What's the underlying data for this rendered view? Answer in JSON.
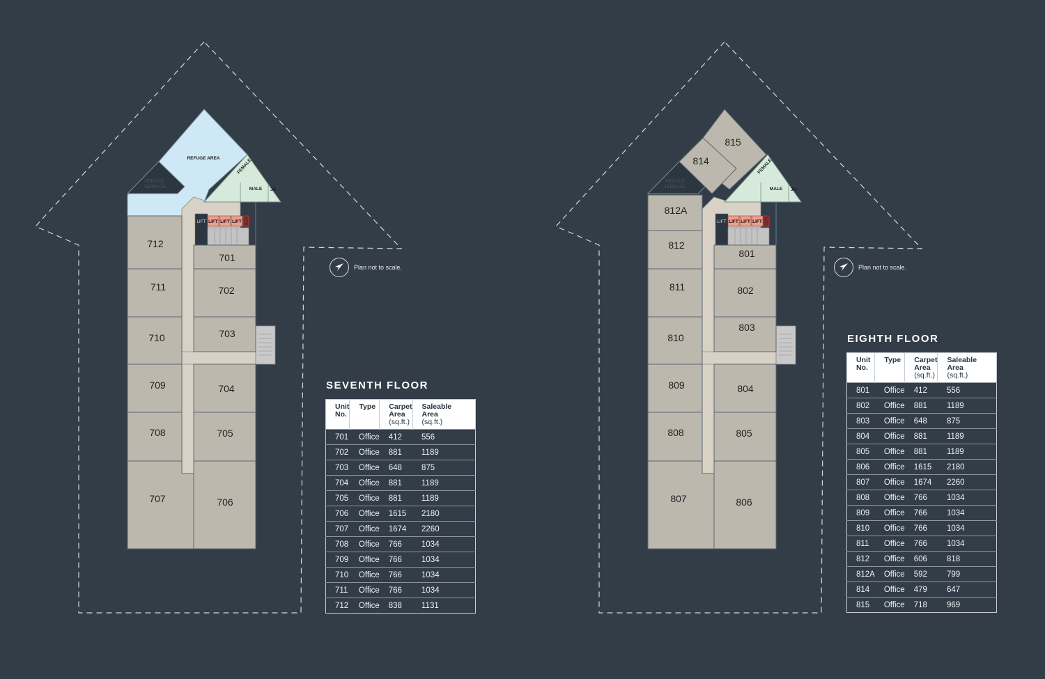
{
  "compass_note": "Plan not to scale.",
  "plan_labels": {
    "refuge_area": "REFUGE AREA",
    "service": "SERVICE",
    "terrace": "TERRACE",
    "female": "FEMALE",
    "male": "MALE",
    "jn": "JN",
    "lift": "LIFT"
  },
  "table_headers": {
    "unit_no_1": "Unit",
    "unit_no_2": "No.",
    "type": "Type",
    "carpet_1": "Carpet",
    "carpet_2": "Area",
    "carpet_3": "(sq.ft.)",
    "saleable_1": "Saleable",
    "saleable_2": "Area",
    "saleable_3": "(sq.ft.)"
  },
  "floors": [
    {
      "title": "SEVENTH FLOOR",
      "plan_units": [
        "712",
        "711",
        "710",
        "709",
        "708",
        "707",
        "701",
        "702",
        "703",
        "704",
        "705",
        "706"
      ],
      "rows": [
        {
          "unit": "701",
          "type": "Office",
          "carpet": "412",
          "saleable": "556"
        },
        {
          "unit": "702",
          "type": "Office",
          "carpet": "881",
          "saleable": "1189"
        },
        {
          "unit": "703",
          "type": "Office",
          "carpet": "648",
          "saleable": "875"
        },
        {
          "unit": "704",
          "type": "Office",
          "carpet": "881",
          "saleable": "1189"
        },
        {
          "unit": "705",
          "type": "Office",
          "carpet": "881",
          "saleable": "1189"
        },
        {
          "unit": "706",
          "type": "Office",
          "carpet": "1615",
          "saleable": "2180"
        },
        {
          "unit": "707",
          "type": "Office",
          "carpet": "1674",
          "saleable": "2260"
        },
        {
          "unit": "708",
          "type": "Office",
          "carpet": "766",
          "saleable": "1034"
        },
        {
          "unit": "709",
          "type": "Office",
          "carpet": "766",
          "saleable": "1034"
        },
        {
          "unit": "710",
          "type": "Office",
          "carpet": "766",
          "saleable": "1034"
        },
        {
          "unit": "711",
          "type": "Office",
          "carpet": "766",
          "saleable": "1034"
        },
        {
          "unit": "712",
          "type": "Office",
          "carpet": "838",
          "saleable": "1131"
        }
      ]
    },
    {
      "title": "EIGHTH FLOOR",
      "plan_units": [
        "812",
        "811",
        "810",
        "809",
        "808",
        "807",
        "801",
        "802",
        "803",
        "804",
        "805",
        "806",
        "812A",
        "814",
        "815"
      ],
      "rows": [
        {
          "unit": "801",
          "type": "Office",
          "carpet": "412",
          "saleable": "556"
        },
        {
          "unit": "802",
          "type": "Office",
          "carpet": "881",
          "saleable": "1189"
        },
        {
          "unit": "803",
          "type": "Office",
          "carpet": "648",
          "saleable": "875"
        },
        {
          "unit": "804",
          "type": "Office",
          "carpet": "881",
          "saleable": "1189"
        },
        {
          "unit": "805",
          "type": "Office",
          "carpet": "881",
          "saleable": "1189"
        },
        {
          "unit": "806",
          "type": "Office",
          "carpet": "1615",
          "saleable": "2180"
        },
        {
          "unit": "807",
          "type": "Office",
          "carpet": "1674",
          "saleable": "2260"
        },
        {
          "unit": "808",
          "type": "Office",
          "carpet": "766",
          "saleable": "1034"
        },
        {
          "unit": "809",
          "type": "Office",
          "carpet": "766",
          "saleable": "1034"
        },
        {
          "unit": "810",
          "type": "Office",
          "carpet": "766",
          "saleable": "1034"
        },
        {
          "unit": "811",
          "type": "Office",
          "carpet": "766",
          "saleable": "1034"
        },
        {
          "unit": "812",
          "type": "Office",
          "carpet": "606",
          "saleable": "818"
        },
        {
          "unit": "812A",
          "type": "Office",
          "carpet": "592",
          "saleable": "799"
        },
        {
          "unit": "814",
          "type": "Office",
          "carpet": "479",
          "saleable": "647"
        },
        {
          "unit": "815",
          "type": "Office",
          "carpet": "718",
          "saleable": "969"
        }
      ]
    }
  ]
}
